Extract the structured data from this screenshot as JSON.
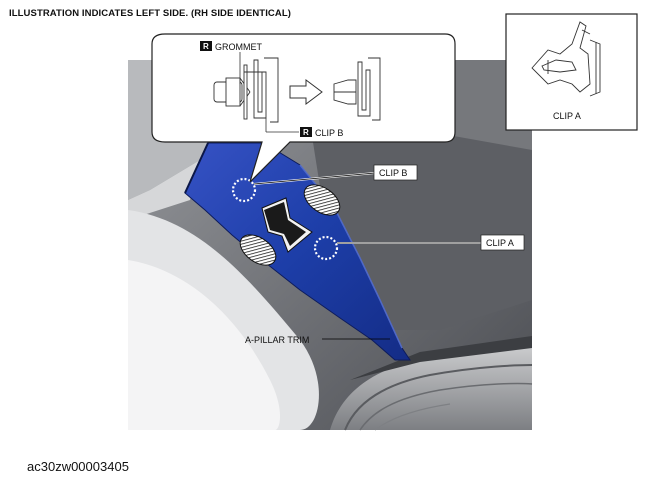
{
  "header": {
    "text": "ILLUSTRATION INDICATES LEFT SIDE. (RH SIDE IDENTICAL)"
  },
  "inset_detail": {
    "grommet_badge": "R",
    "grommet_label": "GROMMET",
    "clip_b_badge": "R",
    "clip_b_label": "CLIP B"
  },
  "inset_clip_a": {
    "label": "CLIP A"
  },
  "callouts": {
    "clip_b": "CLIP B",
    "clip_a": "CLIP A",
    "a_pillar_trim": "A-PILLAR TRIM"
  },
  "colors": {
    "trim_blue": "#1d3ea8",
    "trim_blue_light": "#4a68d2",
    "background_gray": "#6f7176"
  },
  "footer": {
    "code": "ac30zw00003405"
  }
}
